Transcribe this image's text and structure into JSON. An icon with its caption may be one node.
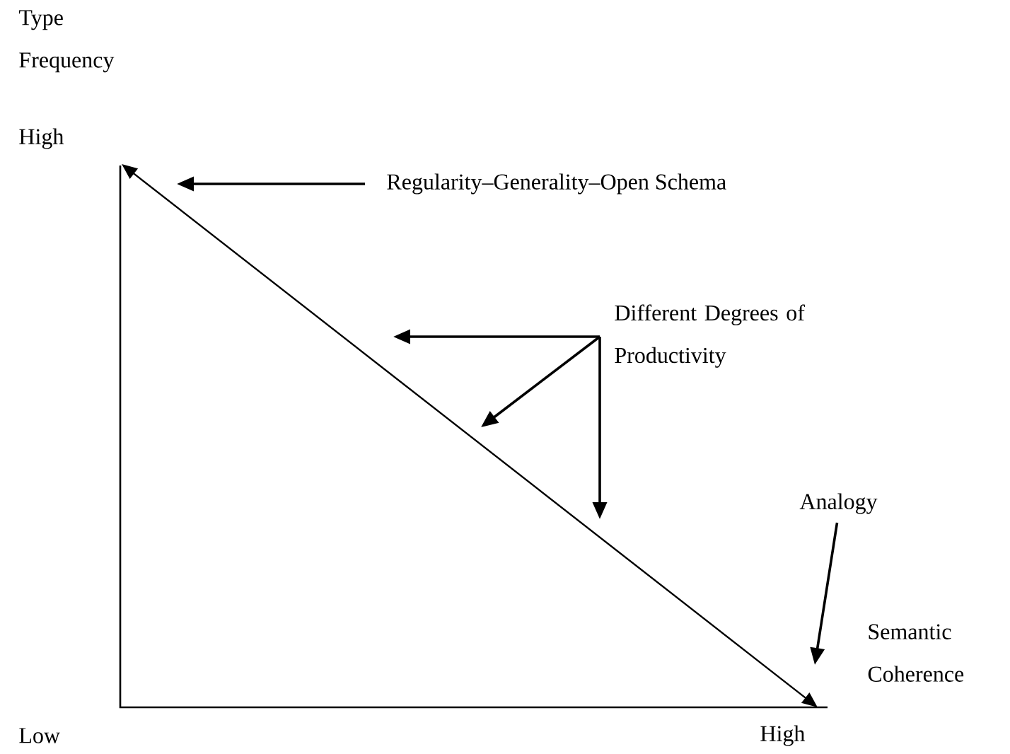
{
  "diagram": {
    "nodes": [
      {
        "text": [
          "Regularity–Generality–Open Schema"
        ]
      },
      {
        "text": [
          "Different Degrees of Productivity"
        ]
      },
      {
        "text": [
          "Analogy"
        ]
      }
    ],
    "edges": [
      {
        "from": 0,
        "to": null,
        "arrow": "to"
      },
      {
        "from": 1,
        "to": null,
        "arrow": "to"
      },
      {
        "from": 1,
        "to": null,
        "arrow": "to"
      },
      {
        "from": 1,
        "to": null,
        "arrow": "to"
      },
      {
        "from": 2,
        "to": null,
        "arrow": "to"
      }
    ],
    "labels": [
      "Type Frequency",
      "High",
      "Semantic Coherence",
      "Low",
      "High"
    ]
  }
}
